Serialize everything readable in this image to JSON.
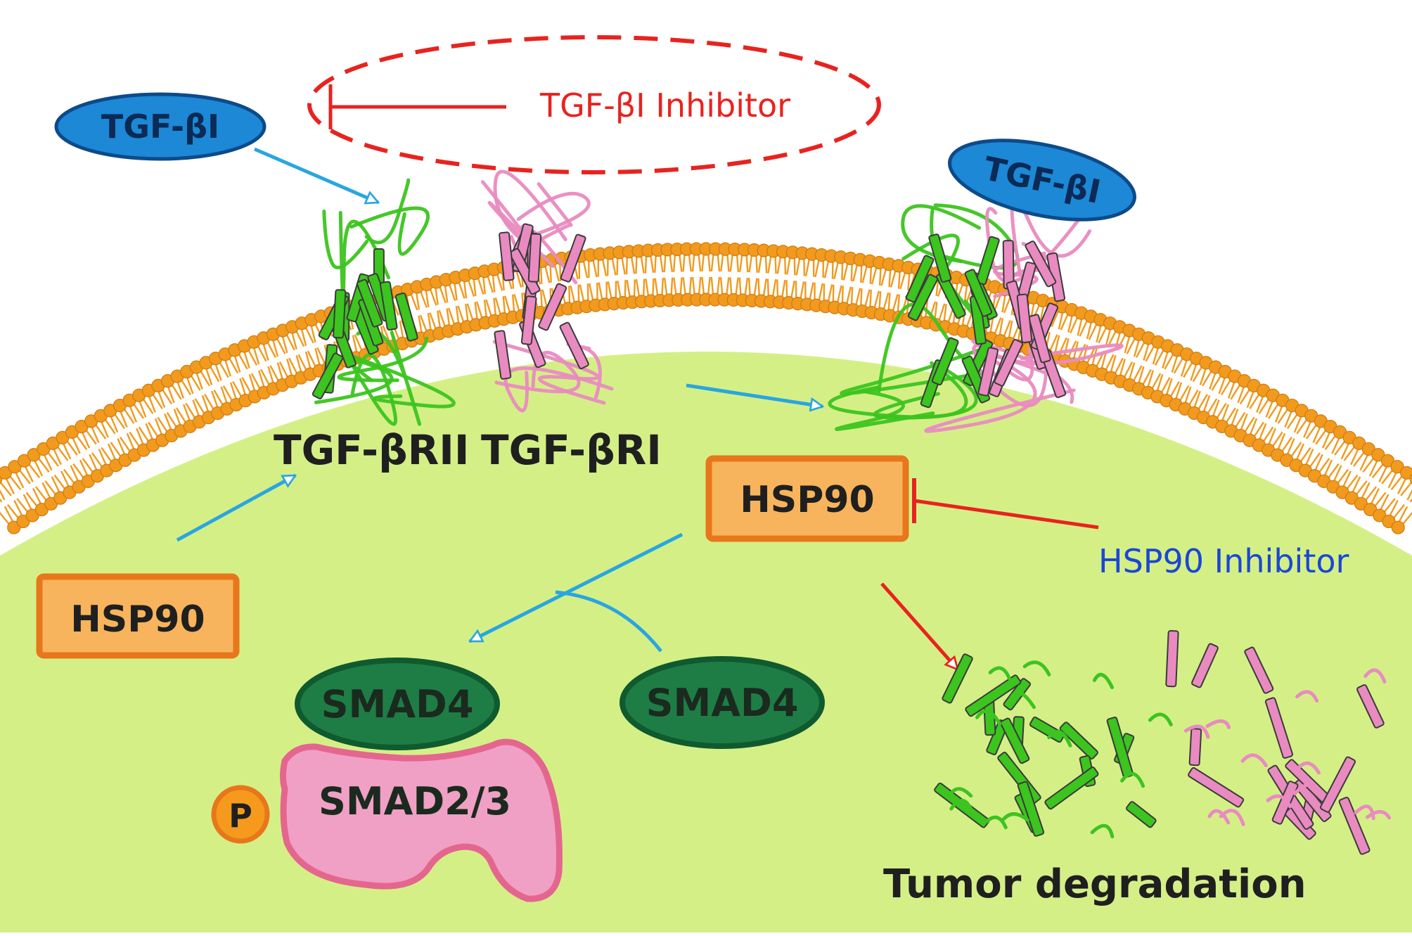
{
  "labels": {
    "tgf_inhibitor": "TGF-βI Inhibitor",
    "tgf_ligand_left": "TGF-βI",
    "tgf_ligand_right": "TGF-βI",
    "receptor_ii": "TGF-βRII",
    "receptor_i": "TGF-βRI",
    "hsp90_upper": "HSP90",
    "hsp90_lower": "HSP90",
    "hsp90_inhibitor": "HSP90 Inhibitor",
    "smad4_bound": "SMAD4",
    "smad4_free": "SMAD4",
    "smad23": "SMAD2/3",
    "phospho": "P",
    "tumor_degradation": "Tumor degradation"
  },
  "colors": {
    "cell_interior": "#d5ef87",
    "lipid_head": "#f19a1e",
    "lipid_tail": "#f19a1e",
    "receptor_ii_green": "#3cc41f",
    "receptor_i_pink": "#e98bc0",
    "activation_arrow": "#29a6e0",
    "inhibition_red": "#e8231f",
    "hsp90_fill": "#f7b45c",
    "hsp90_border": "#e8771b",
    "smad4_fill": "#1e7d45",
    "smad4_border": "#0f5a2e",
    "smad23_fill": "#f0a0c4",
    "smad23_border": "#e4668f",
    "ligand_fill": "#1c88d6",
    "ligand_border": "#0d4a8a",
    "hsp90_inhibitor_text": "#1a47d6",
    "tgf_inhibitor_text": "#e8231f"
  }
}
